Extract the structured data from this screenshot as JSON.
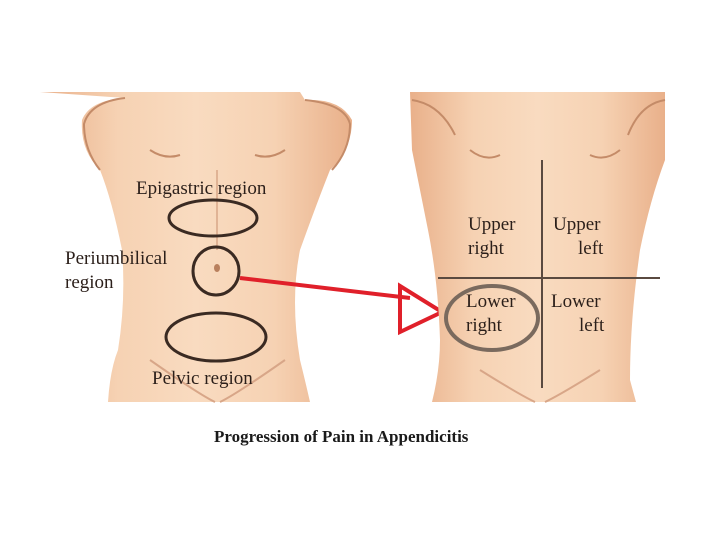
{
  "left_panel": {
    "labels": {
      "epigastric": "Epigastric region",
      "periumbilical_line1": "Periumbilical",
      "periumbilical_line2": "region",
      "pelvic": "Pelvic region"
    }
  },
  "right_panel": {
    "quadrants": {
      "upper_right_1": "Upper",
      "upper_right_2": "right",
      "upper_left_1": "Upper",
      "upper_left_2": "left",
      "lower_right_1": "Lower",
      "lower_right_2": "right",
      "lower_left_1": "Lower",
      "lower_left_2": "left"
    }
  },
  "caption": "Progression of Pain in Appendicitis",
  "colors": {
    "skin": "#f3c9a4",
    "skin_shadow": "#d89c78",
    "outline": "#3a2a22",
    "arrow": "#e0202a",
    "highlight_ring": "#7a6a5e"
  }
}
